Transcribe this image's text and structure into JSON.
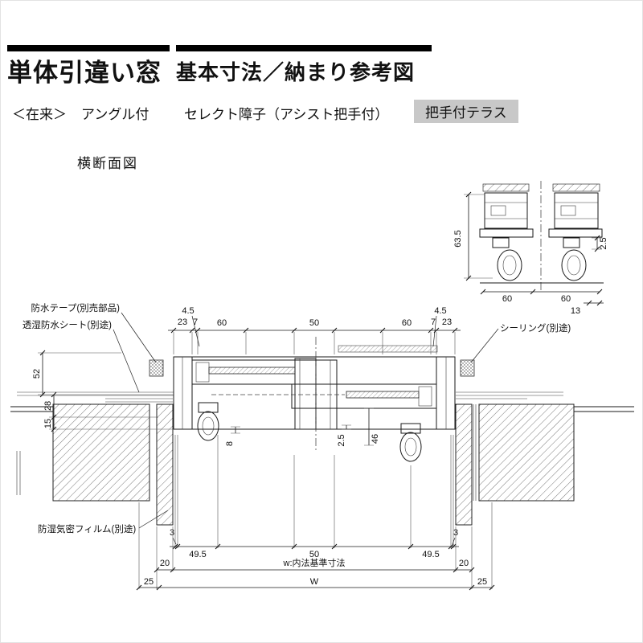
{
  "header": {
    "title_main": "単体引違い窓",
    "title_sub": "基本寸法／納まり参考図"
  },
  "subheader": {
    "tag": "＜在来＞",
    "item1": "アングル付",
    "item2": "セレクト障子（アシスト把手付）",
    "badge": "把手付テラス"
  },
  "section_label": "横断面図",
  "annotations": [
    "防水テープ(別売部品)",
    "透湿防水シート(別途)",
    "シーリング(別途)",
    "防湿気密フィルム(別途)"
  ],
  "dims": {
    "top": [
      "4.5",
      "23",
      "7",
      "60",
      "50",
      "60",
      "7",
      "23",
      "4.5"
    ],
    "left": [
      "52",
      "28",
      "15"
    ],
    "mid": [
      "8",
      "2.5",
      "46"
    ],
    "bottom1": [
      "3",
      "49.5",
      "50",
      "49.5",
      "3"
    ],
    "bottom2": [
      "20",
      "w:内法基準寸法",
      "20"
    ],
    "bottom3": [
      "25",
      "W",
      "25"
    ],
    "detail": [
      "63.5",
      "2.5",
      "60",
      "13",
      "60"
    ]
  }
}
